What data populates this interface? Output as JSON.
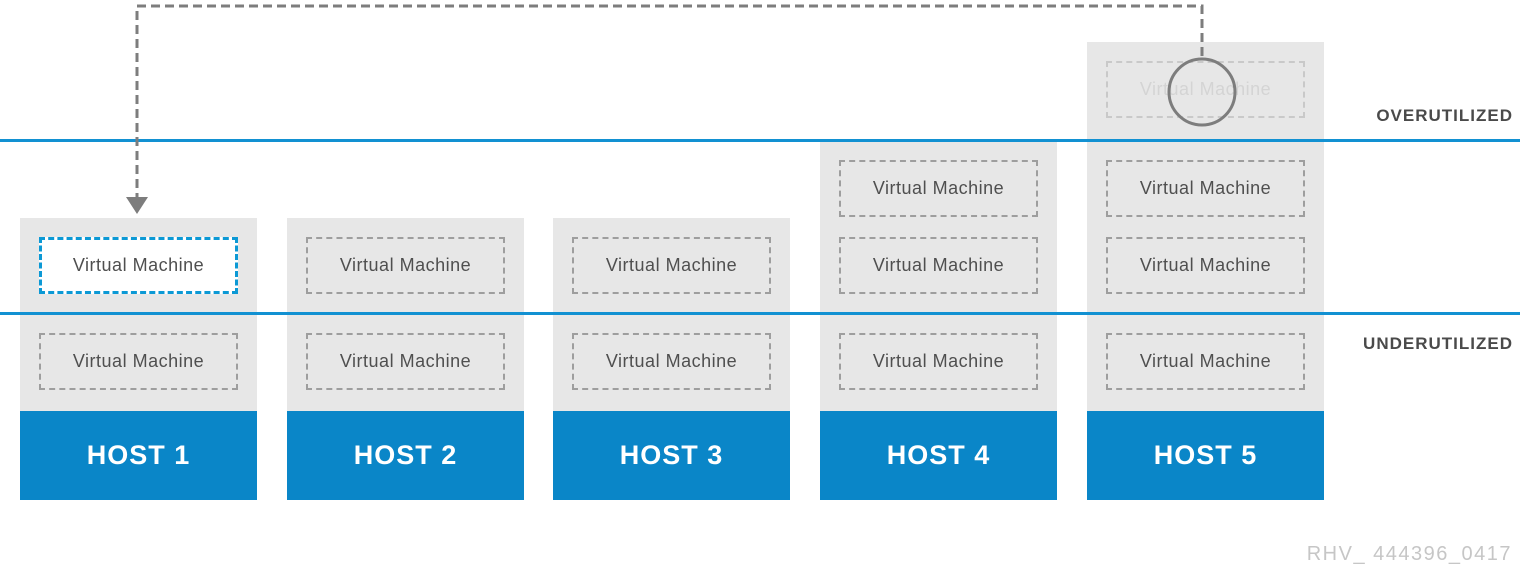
{
  "labels": {
    "overutilized": "OVERUTILIZED",
    "underutilized": "UNDERUTILIZED"
  },
  "vm_label": "Virtual Machine",
  "watermark": "RHV_ 444396_0417",
  "hosts": [
    {
      "name": "HOST 1",
      "vms": [
        {
          "row": "C",
          "state": "target"
        },
        {
          "row": "D",
          "state": "normal"
        }
      ]
    },
    {
      "name": "HOST 2",
      "vms": [
        {
          "row": "C",
          "state": "normal"
        },
        {
          "row": "D",
          "state": "normal"
        }
      ]
    },
    {
      "name": "HOST 3",
      "vms": [
        {
          "row": "C",
          "state": "normal"
        },
        {
          "row": "D",
          "state": "normal"
        }
      ]
    },
    {
      "name": "HOST 4",
      "vms": [
        {
          "row": "B",
          "state": "normal"
        },
        {
          "row": "C",
          "state": "normal"
        },
        {
          "row": "D",
          "state": "normal"
        }
      ]
    },
    {
      "name": "HOST 5",
      "vms": [
        {
          "row": "A",
          "state": "ghost"
        },
        {
          "row": "B",
          "state": "normal"
        },
        {
          "row": "C",
          "state": "normal"
        },
        {
          "row": "D",
          "state": "normal"
        }
      ]
    }
  ],
  "colors": {
    "host_header_blue": "#0a86c8",
    "threshold_line_blue": "#1291d2",
    "target_vm_border_blue": "#0c99d5",
    "host_body_gray": "#e7e7e7",
    "vm_border_gray": "#9e9e9e",
    "vm_text_gray": "#4f4f4f",
    "ghost_gray": "#c9c9c9",
    "arrow_gray": "#7d7d7d",
    "label_gray": "#4a4a4a",
    "watermark_gray": "#c6c6c6"
  }
}
